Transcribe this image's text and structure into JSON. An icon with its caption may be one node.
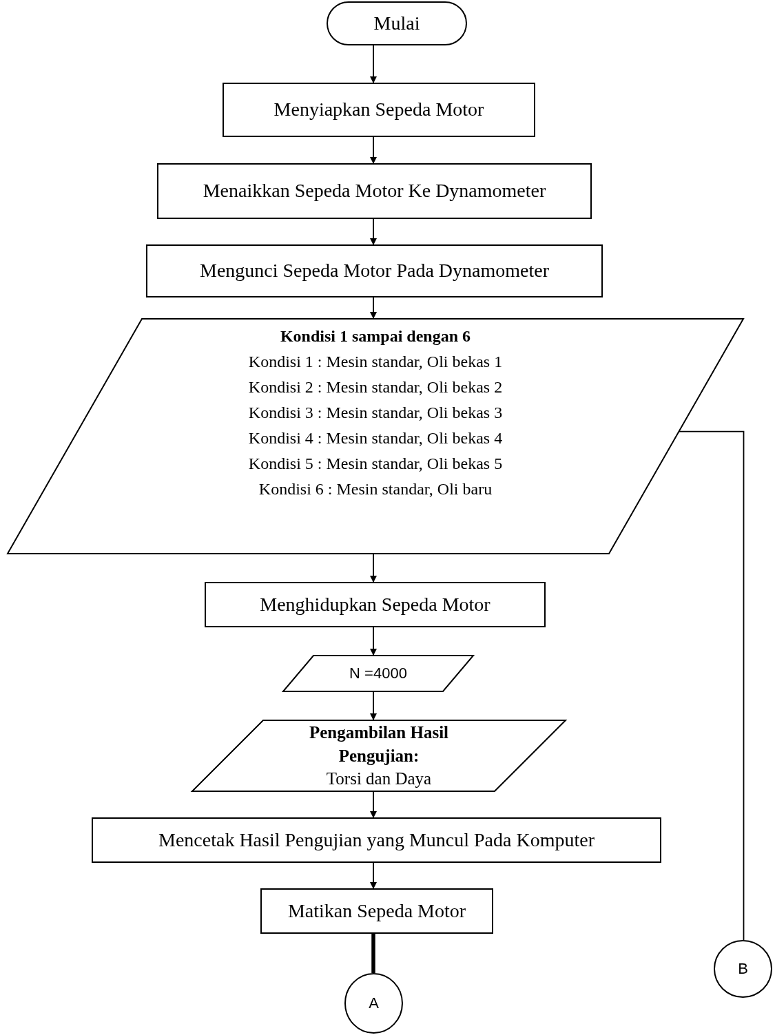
{
  "diagram": {
    "nodes": [
      {
        "text": [
          "Mulai"
        ]
      },
      {
        "text": [
          "Menyiapkan Sepeda Motor"
        ]
      },
      {
        "text": [
          "Menaikkan Sepeda Motor Ke Dynamometer"
        ]
      },
      {
        "text": [
          "Mengunci Sepeda Motor Pada Dynamometer"
        ]
      },
      {
        "text": [
          "Kondisi 1 sampai dengan 6",
          "Kondisi 1 : Mesin standar, Oli bekas 1",
          "Kondisi 2 : Mesin standar, Oli bekas 2",
          "Kondisi 3 : Mesin standar, Oli bekas 3",
          "Kondisi 4 : Mesin standar, Oli bekas 4",
          "Kondisi 5 : Mesin standar, Oli bekas 5",
          "Kondisi 6 : Mesin standar, Oli baru"
        ]
      },
      {
        "text": [
          "Menghidupkan Sepeda Motor"
        ]
      },
      {
        "text": [
          "N =4000"
        ]
      },
      {
        "text": [
          "Pengambilan Hasil Pengujian:",
          "Torsi dan Daya"
        ]
      },
      {
        "text": [
          "Mencetak Hasil Pengujian yang Muncul Pada Komputer"
        ]
      },
      {
        "text": [
          "Matikan Sepeda Motor"
        ]
      },
      {
        "text": [
          "A"
        ]
      },
      {
        "text": [
          "B"
        ]
      }
    ],
    "edges": [
      {
        "from": 0,
        "to": 1,
        "arrow": "to"
      },
      {
        "from": 1,
        "to": 2,
        "arrow": "to"
      },
      {
        "from": 2,
        "to": 3,
        "arrow": "to"
      },
      {
        "from": 3,
        "to": 4,
        "arrow": "to"
      },
      {
        "from": 4,
        "to": 5,
        "arrow": "to"
      },
      {
        "from": 5,
        "to": 6,
        "arrow": "to"
      },
      {
        "from": 6,
        "to": 7,
        "arrow": "to"
      },
      {
        "from": 7,
        "to": 8,
        "arrow": "to"
      },
      {
        "from": 8,
        "to": 9,
        "arrow": "to"
      },
      {
        "from": 9,
        "to": 10,
        "arrow": "none",
        "style": "thick"
      },
      {
        "from": 4,
        "to": 11,
        "arrow": "none"
      }
    ]
  }
}
